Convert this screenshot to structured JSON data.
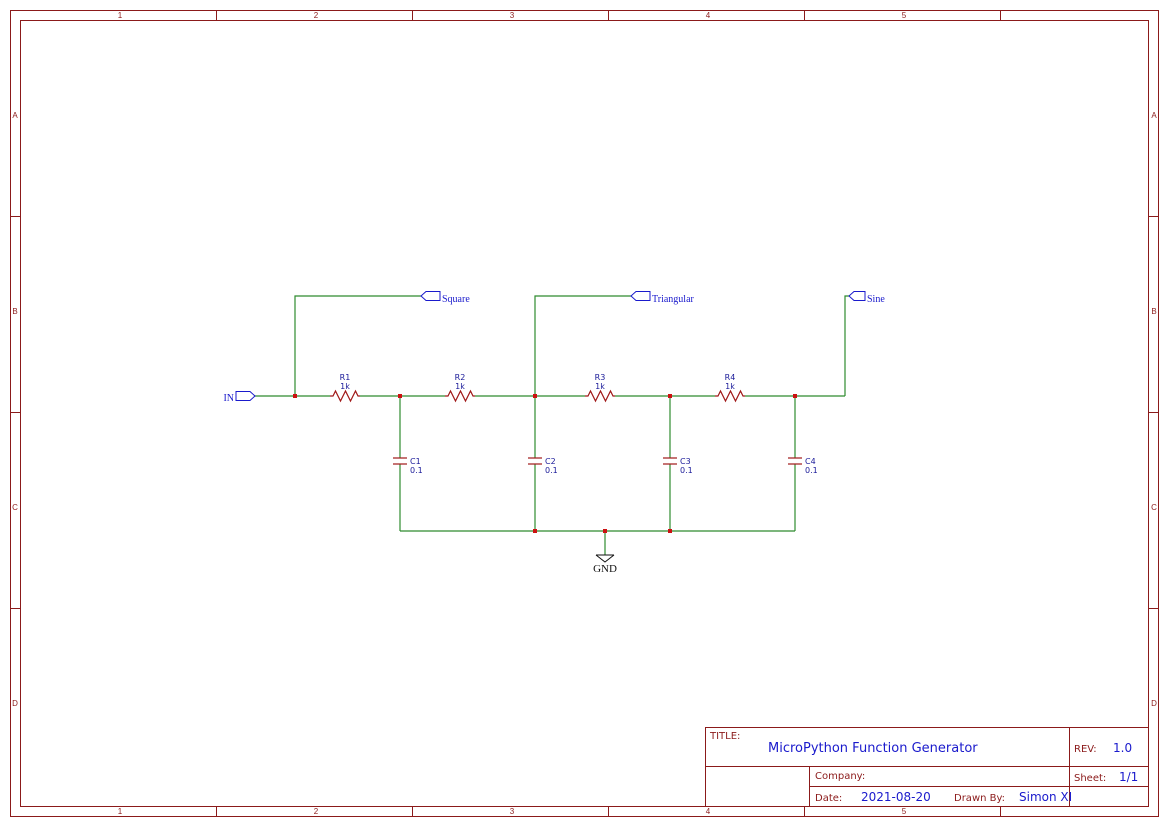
{
  "colors": {
    "frame": "#8b1a1a",
    "wire": "#2e8b2e",
    "component": "#a01818",
    "junction": "#cc1111",
    "text": "#1a1acc",
    "ground": "#111111"
  },
  "frame": {
    "column_labels": [
      "1",
      "2",
      "3",
      "4",
      "5"
    ],
    "row_labels": [
      "A",
      "B",
      "C",
      "D"
    ]
  },
  "nets": {
    "input": "IN",
    "square": "Square",
    "triangular": "Triangular",
    "sine": "Sine",
    "ground": "GND"
  },
  "components": {
    "resistors": [
      {
        "ref": "R1",
        "value": "1k"
      },
      {
        "ref": "R2",
        "value": "1k"
      },
      {
        "ref": "R3",
        "value": "1k"
      },
      {
        "ref": "R4",
        "value": "1k"
      }
    ],
    "capacitors": [
      {
        "ref": "C1",
        "value": "0.1"
      },
      {
        "ref": "C2",
        "value": "0.1"
      },
      {
        "ref": "C3",
        "value": "0.1"
      },
      {
        "ref": "C4",
        "value": "0.1"
      }
    ]
  },
  "title_block": {
    "title_caption": "TITLE:",
    "title": "MicroPython Function Generator",
    "rev_caption": "REV:",
    "rev": "1.0",
    "company_caption": "Company:",
    "company": "",
    "sheet_caption": "Sheet:",
    "sheet": "1/1",
    "date_caption": "Date:",
    "date": "2021-08-20",
    "drawn_by_caption": "Drawn By:",
    "drawn_by": "Simon XI"
  }
}
